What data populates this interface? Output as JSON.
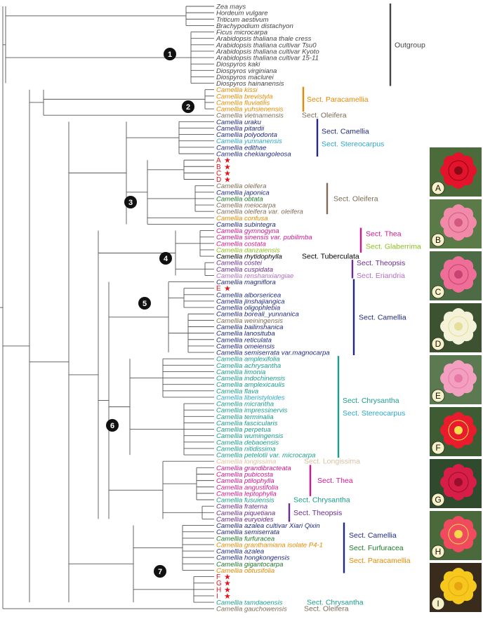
{
  "colors": {
    "outgroup": "#444444",
    "camellia": "#1f2a80",
    "paracamellia": "#e58a00",
    "oleifera": "#7f6b57",
    "stereocarpus": "#2aa7c9",
    "chrysantha": "#1a9d8c",
    "thea": "#d4168c",
    "glaberrima": "#8cbf1e",
    "tuberculata": "#000000",
    "theopsis": "#6b2c8f",
    "eriandria": "#b26ec4",
    "longissima": "#d8c0a0",
    "furfuracea": "#1b7a2a",
    "star": "#e2141c"
  },
  "taxa": [
    {
      "name": "Zea mays",
      "color": "outgroup"
    },
    {
      "name": "Hordeum vulgare",
      "color": "outgroup"
    },
    {
      "name": "Triticum aestivum",
      "color": "outgroup"
    },
    {
      "name": "Brachypodium distachyon",
      "color": "outgroup"
    },
    {
      "name": "Ficus microcarpa",
      "color": "outgroup"
    },
    {
      "name": "Arabidopsis thaliana thale cress",
      "color": "outgroup"
    },
    {
      "name": "Arabidopsis thaliana cultivar Tsu0",
      "color": "outgroup"
    },
    {
      "name": "Arabidopsis thaliana cultivar Kyoto",
      "color": "outgroup"
    },
    {
      "name": "Arabidopsis thaliana cultivar 15-11",
      "color": "outgroup"
    },
    {
      "name": "Diospyros kaki",
      "color": "outgroup"
    },
    {
      "name": "Diospyros virginiana",
      "color": "outgroup"
    },
    {
      "name": "Diospyros maclurei",
      "color": "outgroup"
    },
    {
      "name": "Diospyros hainanensis",
      "color": "outgroup"
    },
    {
      "name": "Camellia kissi",
      "color": "paracamellia"
    },
    {
      "name": "Camellia brevistyla",
      "color": "paracamellia"
    },
    {
      "name": "Camellia fluviatilis",
      "color": "paracamellia"
    },
    {
      "name": "Camellia yuhsienensis",
      "color": "paracamellia"
    },
    {
      "name": "Camellia vietnamensis",
      "color": "oleifera"
    },
    {
      "name": "Camellia uraku",
      "color": "camellia"
    },
    {
      "name": "Camellia pitardii",
      "color": "camellia"
    },
    {
      "name": "Camellia polyodonta",
      "color": "camellia"
    },
    {
      "name": "Camellia yunnanensis",
      "color": "stereocarpus"
    },
    {
      "name": "Camellia edithae",
      "color": "camellia"
    },
    {
      "name": "Camellia chekiangoleosa",
      "color": "camellia"
    },
    {
      "name": "A",
      "color": "star",
      "star": true
    },
    {
      "name": "B",
      "color": "star",
      "star": true
    },
    {
      "name": "C",
      "color": "star",
      "star": true
    },
    {
      "name": "D",
      "color": "star",
      "star": true
    },
    {
      "name": "Camellia oleifera",
      "color": "oleifera"
    },
    {
      "name": "Camellia japonica",
      "color": "camellia"
    },
    {
      "name": "Camellia obtata",
      "color": "furfuracea"
    },
    {
      "name": "Camellia meiocarpa",
      "color": "oleifera"
    },
    {
      "name": "Camellia oleifera var. oleifera",
      "color": "oleifera"
    },
    {
      "name": "Camellia confusa",
      "color": "paracamellia"
    },
    {
      "name": "Camellia subintegra",
      "color": "camellia"
    },
    {
      "name": "Camellia gymnogyna",
      "color": "thea"
    },
    {
      "name": "Camellia sinensis var. pubilimba",
      "color": "thea"
    },
    {
      "name": "Camellia costata",
      "color": "thea"
    },
    {
      "name": "Camellia danzaiensis",
      "color": "glaberrima"
    },
    {
      "name": "Camellia rhytidophylla",
      "color": "tuberculata"
    },
    {
      "name": "Camellia costei",
      "color": "theopsis"
    },
    {
      "name": "Camellia cuspidata",
      "color": "theopsis"
    },
    {
      "name": "Camellia renshanxiangiae",
      "color": "eriandria"
    },
    {
      "name": "Camellia magniflora",
      "color": "camellia"
    },
    {
      "name": "E",
      "color": "star",
      "star": true
    },
    {
      "name": "Camellia alborsericea",
      "color": "camellia"
    },
    {
      "name": "Camellia jinshajiangica",
      "color": "camellia"
    },
    {
      "name": "Camellia oligophlebia",
      "color": "camellia"
    },
    {
      "name": "Camellia boreali_yunnanica",
      "color": "camellia"
    },
    {
      "name": "Camellia weiningensis",
      "color": "oleifera"
    },
    {
      "name": "Camellia bailinshanica",
      "color": "camellia"
    },
    {
      "name": "Camellia lanosituba",
      "color": "camellia"
    },
    {
      "name": "Camellia reticulata",
      "color": "camellia"
    },
    {
      "name": "Camellia omeiensis",
      "color": "camellia"
    },
    {
      "name": "Camellia semiserrata var.magnocarpa",
      "color": "camellia"
    },
    {
      "name": "Camellia amplexifolia",
      "color": "chrysantha"
    },
    {
      "name": "Camellia achrysantha",
      "color": "chrysantha"
    },
    {
      "name": "Camellia limonia",
      "color": "chrysantha"
    },
    {
      "name": "Camellia indochinensis",
      "color": "chrysantha"
    },
    {
      "name": "Camellia amplexicaulis",
      "color": "chrysantha"
    },
    {
      "name": "Camellia flava",
      "color": "chrysantha"
    },
    {
      "name": "Camellia liberistyloides",
      "color": "stereocarpus"
    },
    {
      "name": "Camellia micrantha",
      "color": "chrysantha"
    },
    {
      "name": "Camellia impressinervis",
      "color": "chrysantha"
    },
    {
      "name": "Camellia terminalia",
      "color": "chrysantha"
    },
    {
      "name": "Camellia fascicularis",
      "color": "chrysantha"
    },
    {
      "name": "Camellia perpetua",
      "color": "chrysantha"
    },
    {
      "name": "Camellia wumingensis",
      "color": "chrysantha"
    },
    {
      "name": "Camellia debaoensis",
      "color": "chrysantha"
    },
    {
      "name": "Camellia nitidissima",
      "color": "chrysantha"
    },
    {
      "name": "Camellia petelotii var. microcarpa",
      "color": "chrysantha"
    },
    {
      "name": "Camellia longissima",
      "color": "longissima"
    },
    {
      "name": "Camellia grandibracteata",
      "color": "thea"
    },
    {
      "name": "Camellia pubicosta",
      "color": "thea"
    },
    {
      "name": "Camellia ptilophylla",
      "color": "thea"
    },
    {
      "name": "Camellia angustifolia",
      "color": "thea"
    },
    {
      "name": "Camellia leptophylla",
      "color": "thea"
    },
    {
      "name": "Camellia fusuiensis",
      "color": "chrysantha"
    },
    {
      "name": "Camellia fraterna",
      "color": "theopsis"
    },
    {
      "name": "Camellia piquetiana",
      "color": "theopsis"
    },
    {
      "name": "Camellia euryoides",
      "color": "theopsis"
    },
    {
      "name": "Camellia azalea cultivar Xiari Qixin",
      "color": "camellia"
    },
    {
      "name": "Camellia semiserrata",
      "color": "camellia"
    },
    {
      "name": "Camellia furfuracea",
      "color": "furfuracea"
    },
    {
      "name": "Camellia granthamiana isolate P4-1",
      "color": "paracamellia"
    },
    {
      "name": "Camellia azalea",
      "color": "camellia"
    },
    {
      "name": "Camellia hongkongensis",
      "color": "camellia"
    },
    {
      "name": "Camellia gigantocarpa",
      "color": "furfuracea"
    },
    {
      "name": "Camellia obtusifolia",
      "color": "paracamellia"
    },
    {
      "name": "F",
      "color": "star",
      "star": true
    },
    {
      "name": "G",
      "color": "star",
      "star": true
    },
    {
      "name": "H",
      "color": "star",
      "star": true
    },
    {
      "name": "I",
      "color": "star",
      "star": true
    },
    {
      "name": "Camellia tamdaoensis",
      "color": "chrysantha"
    },
    {
      "name": "Camellia gauchowensis",
      "color": "oleifera"
    }
  ],
  "sections": [
    {
      "lines": [
        {
          "text": "Outgroup",
          "color": "outgroup"
        }
      ],
      "from": 0,
      "to": 12,
      "bar": "outgroup"
    },
    {
      "lines": [
        {
          "text": "Sect. Paracamellia",
          "color": "paracamellia"
        }
      ],
      "from": 13,
      "to": 16,
      "bar": "paracamellia"
    },
    {
      "lines": [
        {
          "text": "Sect. Oleifera",
          "color": "oleifera"
        }
      ],
      "from": 17,
      "to": 17,
      "bar": null
    },
    {
      "lines": [
        {
          "text": "Sect. Camellia",
          "color": "camellia"
        },
        {
          "text": "Sect. Stereocarpus",
          "color": "stereocarpus"
        }
      ],
      "from": 18,
      "to": 23,
      "bar": "camellia"
    },
    {
      "lines": [
        {
          "text": "Sect. Oleifera",
          "color": "oleifera"
        }
      ],
      "from": 28,
      "to": 32,
      "bar": "oleifera"
    },
    {
      "lines": [
        {
          "text": "Sect. Thea",
          "color": "thea"
        },
        {
          "text": "Sect. Glaberrima",
          "color": "glaberrima"
        }
      ],
      "from": 35,
      "to": 38,
      "bar": "thea"
    },
    {
      "lines": [
        {
          "text": "Sect. Tuberculata",
          "color": "tuberculata"
        }
      ],
      "from": 39,
      "to": 39,
      "bar": null
    },
    {
      "lines": [
        {
          "text": "Sect. Theopsis",
          "color": "theopsis"
        },
        {
          "text": "Sect. Eriandria",
          "color": "eriandria"
        }
      ],
      "from": 40,
      "to": 42,
      "bar": "theopsis"
    },
    {
      "lines": [
        {
          "text": "Sect. Camellia",
          "color": "camellia"
        }
      ],
      "from": 43,
      "to": 54,
      "bar": "camellia"
    },
    {
      "lines": [
        {
          "text": "Sect. Chrysantha",
          "color": "chrysantha"
        },
        {
          "text": "Sect. Stereocarpus",
          "color": "stereocarpus"
        }
      ],
      "from": 55,
      "to": 70,
      "bar": "chrysantha"
    },
    {
      "lines": [
        {
          "text": "Sect. Longissima",
          "color": "longissima"
        }
      ],
      "from": 71,
      "to": 71,
      "bar": null
    },
    {
      "lines": [
        {
          "text": "Sect. Thea",
          "color": "thea"
        }
      ],
      "from": 72,
      "to": 76,
      "bar": "thea"
    },
    {
      "lines": [
        {
          "text": "Sect. Chrysantha",
          "color": "chrysantha"
        }
      ],
      "from": 77,
      "to": 77,
      "bar": null
    },
    {
      "lines": [
        {
          "text": "Sect. Theopsis",
          "color": "theopsis"
        }
      ],
      "from": 78,
      "to": 80,
      "bar": "theopsis"
    },
    {
      "lines": [
        {
          "text": "Sect. Camellia",
          "color": "camellia"
        },
        {
          "text": "Sect. Furfuracea",
          "color": "furfuracea"
        },
        {
          "text": "Sect. Paracamellia",
          "color": "paracamellia"
        }
      ],
      "from": 81,
      "to": 88,
      "bar": "camellia"
    },
    {
      "lines": [
        {
          "text": "Sect. Chrysantha",
          "color": "chrysantha"
        }
      ],
      "from": 93,
      "to": 93,
      "bar": null
    },
    {
      "lines": [
        {
          "text": "Sect. Oleifera",
          "color": "oleifera"
        }
      ],
      "from": 94,
      "to": 94,
      "bar": null
    }
  ],
  "nodes": [
    "1",
    "2",
    "3",
    "4",
    "5",
    "6",
    "7"
  ],
  "photos": [
    {
      "label": "A",
      "petal": "#e3132b",
      "center": "#8c0a16",
      "bg": "#4c6b3a"
    },
    {
      "label": "B",
      "petal": "#f08aa8",
      "center": "#d25a80",
      "bg": "#5a7a48"
    },
    {
      "label": "C",
      "petal": "#ef6e98",
      "center": "#c84372",
      "bg": "#4d6b45"
    },
    {
      "label": "D",
      "petal": "#f4f2d8",
      "center": "#e6df9a",
      "bg": "#3c5230"
    },
    {
      "label": "E",
      "petal": "#f3a0c0",
      "center": "#e878a6",
      "bg": "#5b7a52"
    },
    {
      "label": "F",
      "petal": "#e81c2c",
      "center": "#f4e04a",
      "bg": "#3d5c33"
    },
    {
      "label": "G",
      "petal": "#d61e46",
      "center": "#9a0f2e",
      "bg": "#2f4a2c"
    },
    {
      "label": "H",
      "petal": "#f04a5e",
      "center": "#f6d84a",
      "bg": "#4a6a3c"
    },
    {
      "label": "I",
      "petal": "#f6c81e",
      "center": "#e8a410",
      "bg": "#3a2c1c"
    }
  ]
}
